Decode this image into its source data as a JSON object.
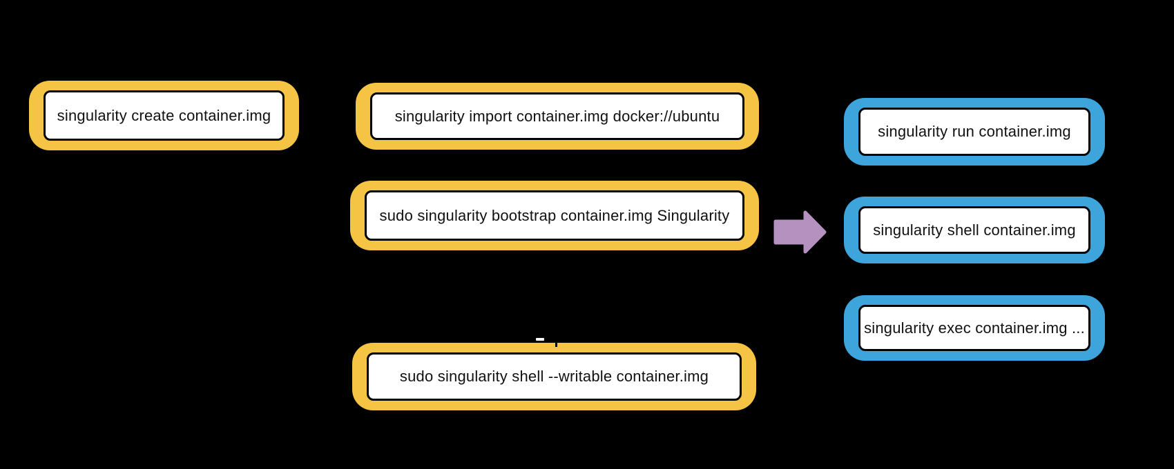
{
  "diagram": {
    "background": "#000000",
    "colors": {
      "build_box_border": "#F6C445",
      "run_box_border": "#3EA5DC",
      "box_fill": "#FFFFFF",
      "box_stroke": "#000000",
      "text": "#111111",
      "arrow": "#B491BF"
    },
    "build_boxes": [
      {
        "id": "create",
        "label": "singularity create container.img"
      },
      {
        "id": "import",
        "label": "singularity import container.img docker://ubuntu"
      },
      {
        "id": "bootstrap",
        "label": "sudo singularity bootstrap container.img Singularity"
      },
      {
        "id": "writable-shell",
        "label": "sudo singularity shell --writable container.img"
      }
    ],
    "run_boxes": [
      {
        "id": "run",
        "label": "singularity run container.img"
      },
      {
        "id": "shell",
        "label": "singularity shell container.img"
      },
      {
        "id": "exec",
        "label": "singularity exec container.img ..."
      }
    ],
    "arrow": {
      "name": "flow-arrow",
      "direction": "right",
      "color": "#B491BF"
    }
  }
}
